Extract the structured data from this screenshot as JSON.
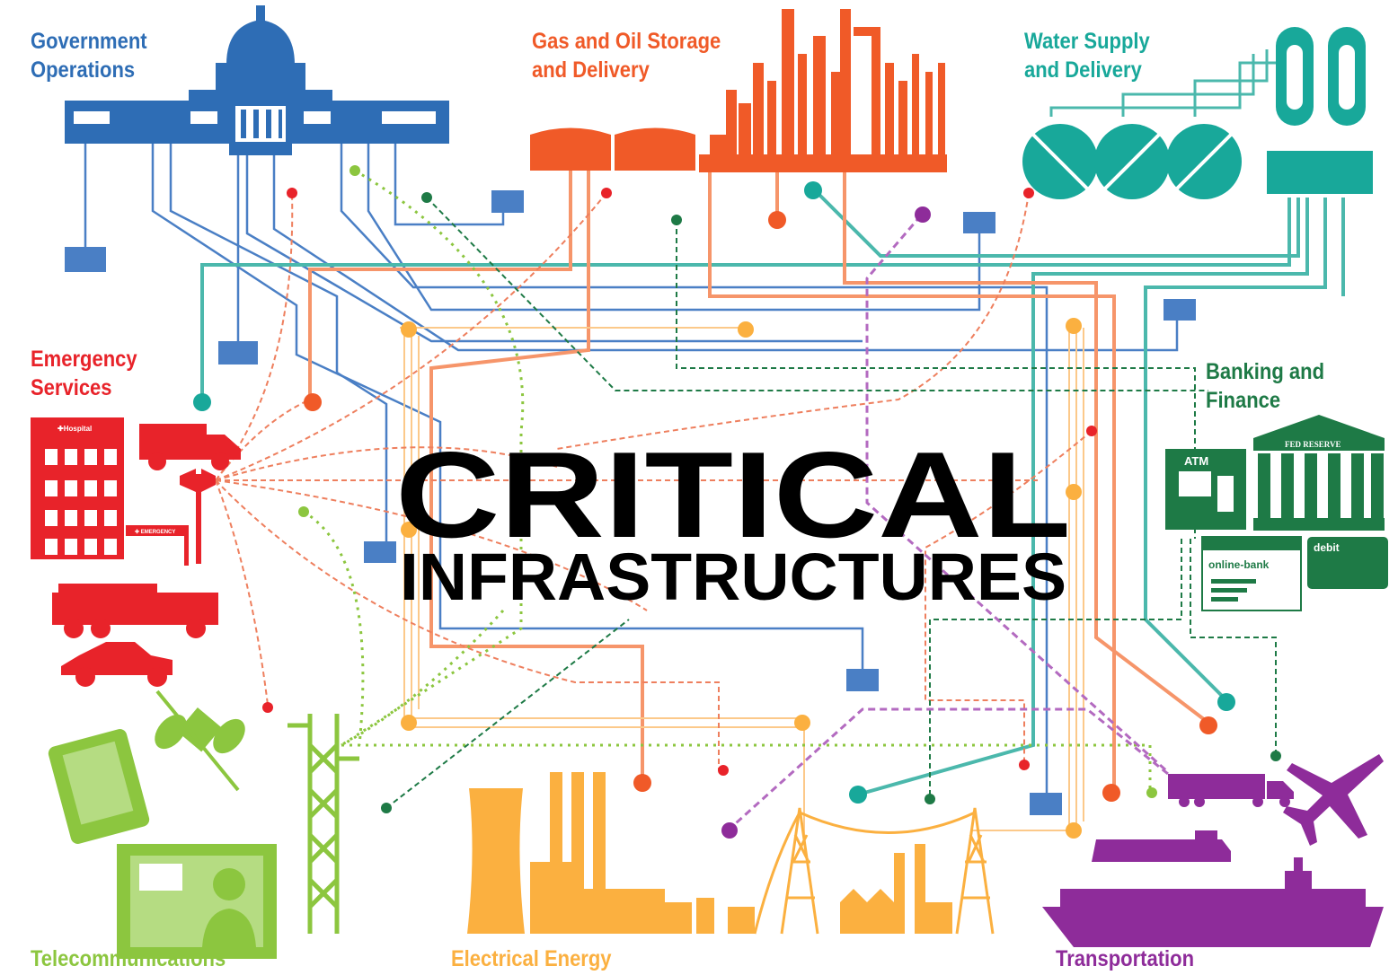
{
  "title_main": "CRITICAL",
  "title_sub": "INFRASTRUCTURES",
  "colors": {
    "government": "#2e6db5",
    "gas_oil": "#f05a28",
    "gas_line": "#f6956a",
    "water": "#18a89a",
    "water_line": "#4bb8ac",
    "emergency": "#e8232a",
    "emergency_line": "#ee7f5e",
    "banking": "#1e7a46",
    "telecom": "#8cc63f",
    "energy": "#fbb040",
    "energy_line": "#fcc98a",
    "transport": "#8e2c9a",
    "box": "#4a7fc5"
  },
  "sectors": {
    "government": {
      "line1": "Government",
      "line2": "Operations"
    },
    "gas_oil": {
      "line1": "Gas and Oil Storage",
      "line2": "and Delivery"
    },
    "water": {
      "line1": "Water Supply",
      "line2": "and Delivery"
    },
    "emergency": {
      "line1": "Emergency",
      "line2": "Services"
    },
    "banking": {
      "line1": "Banking and",
      "line2": "Finance"
    },
    "telecom": {
      "line1": "Telecommunications"
    },
    "energy": {
      "line1": "Electrical Energy"
    },
    "transport": {
      "line1": "Transportation"
    }
  },
  "icon_text": {
    "hospital": "✚Hospital",
    "emergency_sign": "✚ EMERGENCY",
    "atm": "ATM",
    "fed_reserve": "FED RESERVE",
    "online_bank": "online-bank",
    "debit": "debit"
  }
}
